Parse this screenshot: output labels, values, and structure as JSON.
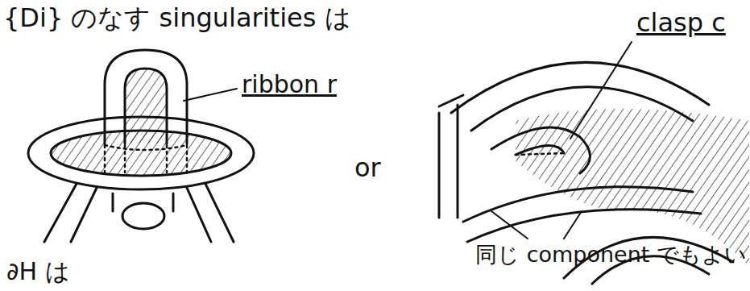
{
  "diagram": {
    "labels": [
      "{Di} のなす singularities は",
      "ribbon r",
      "or",
      "clasp c",
      "同じ component でもよい",
      "∂H は"
    ]
  }
}
